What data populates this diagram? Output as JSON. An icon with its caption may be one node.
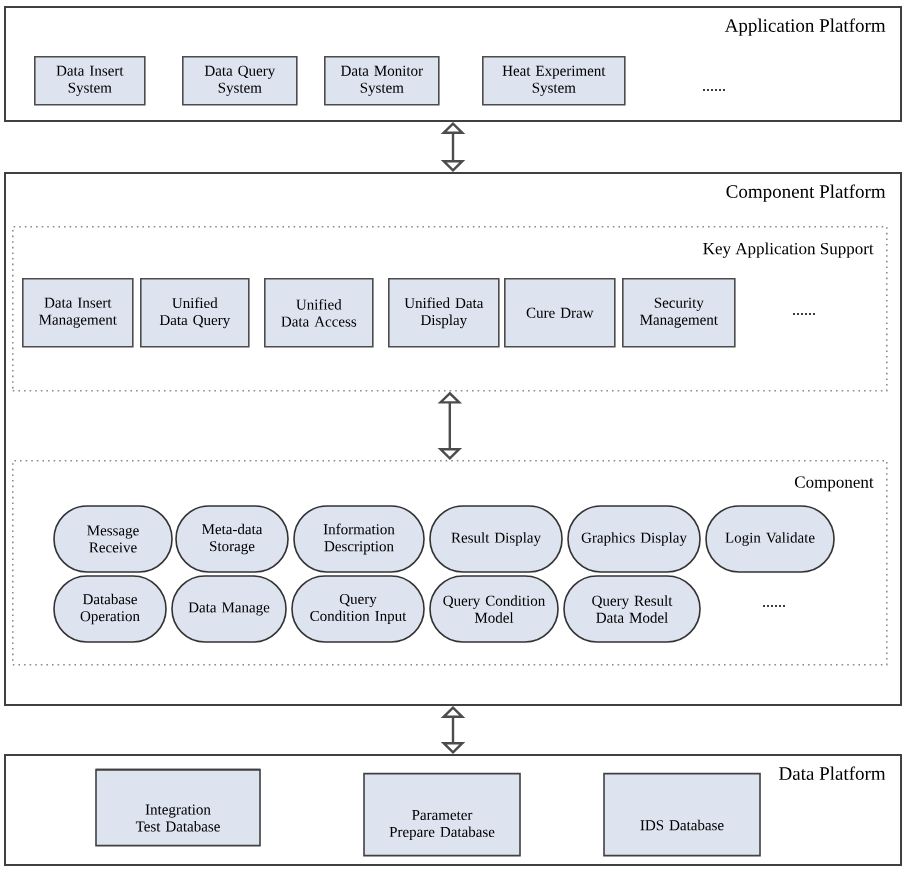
{
  "diagram": {
    "nodes": [
      {
        "text": [
          "Application Platform"
        ]
      },
      {
        "text": [
          "Data Insert System"
        ],
        "in": 0
      },
      {
        "text": [
          "Data Query System"
        ],
        "in": 0
      },
      {
        "text": [
          "Data Monitor System"
        ],
        "in": 0
      },
      {
        "text": [
          "Heat Experiment System"
        ],
        "in": 0
      },
      {
        "text": [
          "Component Platform"
        ]
      },
      {
        "text": [
          "Key Application Support"
        ],
        "in": 5
      },
      {
        "text": [
          "Data Insert Management"
        ],
        "in": 6
      },
      {
        "text": [
          "Unified Data Query"
        ],
        "in": 6
      },
      {
        "text": [
          "Unified Data Access"
        ],
        "in": 6
      },
      {
        "text": [
          "Unified Data Display"
        ],
        "in": 6
      },
      {
        "text": [
          "Cure Draw"
        ],
        "in": 6
      },
      {
        "text": [
          "Security Management"
        ],
        "in": 6
      },
      {
        "text": [
          "Component"
        ],
        "in": 5
      },
      {
        "text": [
          "Message Receive"
        ],
        "in": 13
      },
      {
        "text": [
          "Meta-data Storage"
        ],
        "in": 13
      },
      {
        "text": [
          "Information Description"
        ],
        "in": 13
      },
      {
        "text": [
          "Result Display"
        ],
        "in": 13
      },
      {
        "text": [
          "Graphics Display"
        ],
        "in": 13
      },
      {
        "text": [
          "Login Validate"
        ],
        "in": 13
      },
      {
        "text": [
          "Database Operation"
        ],
        "in": 13
      },
      {
        "text": [
          "Data Manage"
        ],
        "in": 13
      },
      {
        "text": [
          "Query Condition Input"
        ],
        "in": 13
      },
      {
        "text": [
          "Query Condition Model"
        ],
        "in": 13
      },
      {
        "text": [
          "Query Result Data Model"
        ],
        "in": 13
      },
      {
        "text": [
          "Data Platform"
        ]
      },
      {
        "text": [
          "Integration Test Database"
        ],
        "in": 25
      },
      {
        "text": [
          "Parameter Prepare Database"
        ],
        "in": 25
      },
      {
        "text": [
          "IDS Database"
        ],
        "in": 25
      }
    ],
    "edges": [
      {
        "from": 0,
        "to": 5,
        "arrow": "both"
      },
      {
        "from": 6,
        "to": 13,
        "arrow": "both"
      },
      {
        "from": 5,
        "to": 25,
        "arrow": "both"
      }
    ],
    "labels": [
      "......",
      "......",
      "......"
    ]
  }
}
